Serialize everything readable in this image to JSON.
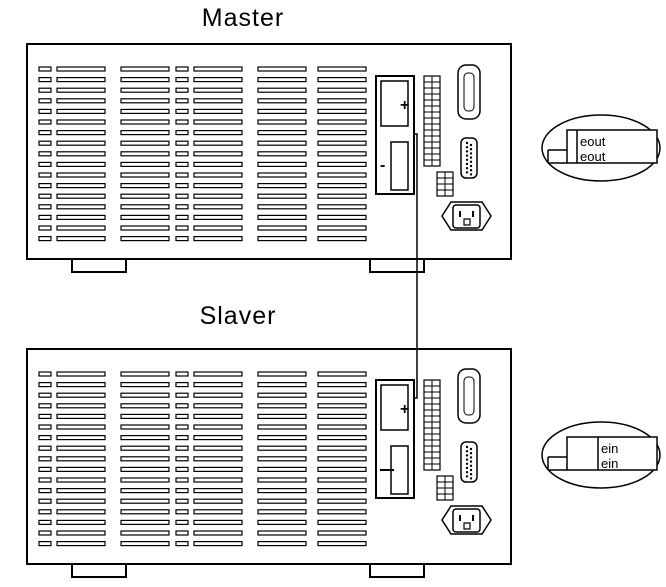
{
  "diagram": {
    "master_label": "Master",
    "slaver_label": "Slaver",
    "positive_terminal": "+",
    "negative_terminal": "-",
    "master_connector_lines": [
      "eout",
      "eout"
    ],
    "slaver_connector_lines": [
      "ein",
      "ein"
    ]
  }
}
